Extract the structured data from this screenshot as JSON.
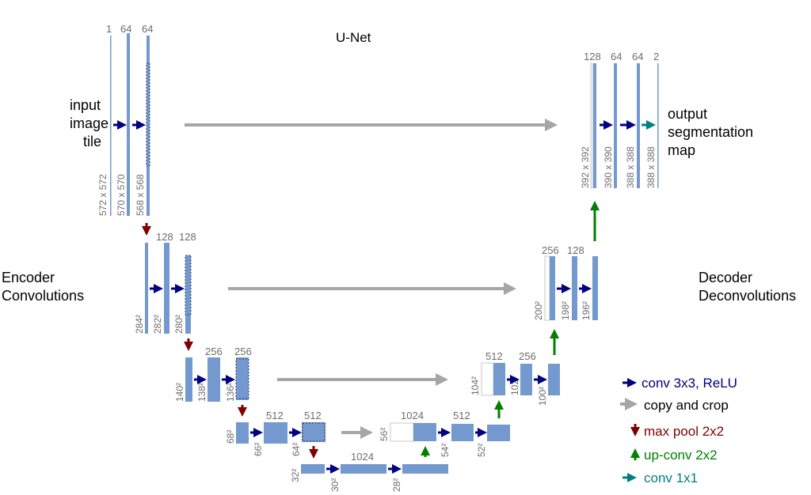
{
  "title": "U-Net",
  "labels": {
    "input": [
      "input",
      "image",
      "tile"
    ],
    "output": [
      "output",
      "segmentation",
      "map"
    ],
    "encoder": [
      "Encoder",
      "Convolutions"
    ],
    "decoder": [
      "Decoder",
      "Deconvolutions"
    ]
  },
  "channels": {
    "l1": [
      "1",
      "64",
      "64"
    ],
    "l2": [
      "128",
      "128"
    ],
    "l3": [
      "256",
      "256"
    ],
    "l4": [
      "512",
      "512"
    ],
    "l5": [
      "1024"
    ],
    "d4": [
      "1024",
      "512"
    ],
    "d3": [
      "512",
      "256"
    ],
    "d2": [
      "256",
      "128"
    ],
    "d1": [
      "128",
      "64",
      "64",
      "2"
    ]
  },
  "sizes": {
    "l1": [
      "572 x 572",
      "570 x 570",
      "568 x 568"
    ],
    "l2": [
      "284²",
      "282²",
      "280²"
    ],
    "l3": [
      "140²",
      "138²",
      "136²"
    ],
    "l4": [
      "68²",
      "66²",
      "64²"
    ],
    "l5": [
      "32²",
      "30²",
      "28²"
    ],
    "d4": [
      "56²",
      "54²",
      "52²"
    ],
    "d3": [
      "104²",
      "102²",
      "100²"
    ],
    "d2": [
      "200²",
      "198²",
      "196²"
    ],
    "d1": [
      "392 x 392",
      "390 x 390",
      "388 x 388",
      "388 x 388"
    ]
  },
  "legend": [
    {
      "label": "conv 3x3, ReLU",
      "color": "#000080",
      "icon": "arrow-right-icon"
    },
    {
      "label": "copy and crop",
      "color": "#a6a6a6",
      "icon": "arrow-right-icon"
    },
    {
      "label": "max pool 2x2",
      "color": "#800000",
      "icon": "arrow-down-icon"
    },
    {
      "label": "up-conv 2x2",
      "color": "#008000",
      "icon": "arrow-up-icon"
    },
    {
      "label": "conv 1x1",
      "color": "#008080",
      "icon": "arrow-right-icon"
    }
  ],
  "colors": {
    "block": "#7399cf",
    "block_stroke": "#5b82ba",
    "conv": "#000080",
    "copy": "#a6a6a6",
    "pool": "#800000",
    "up": "#008000",
    "conv1x1": "#008080"
  }
}
